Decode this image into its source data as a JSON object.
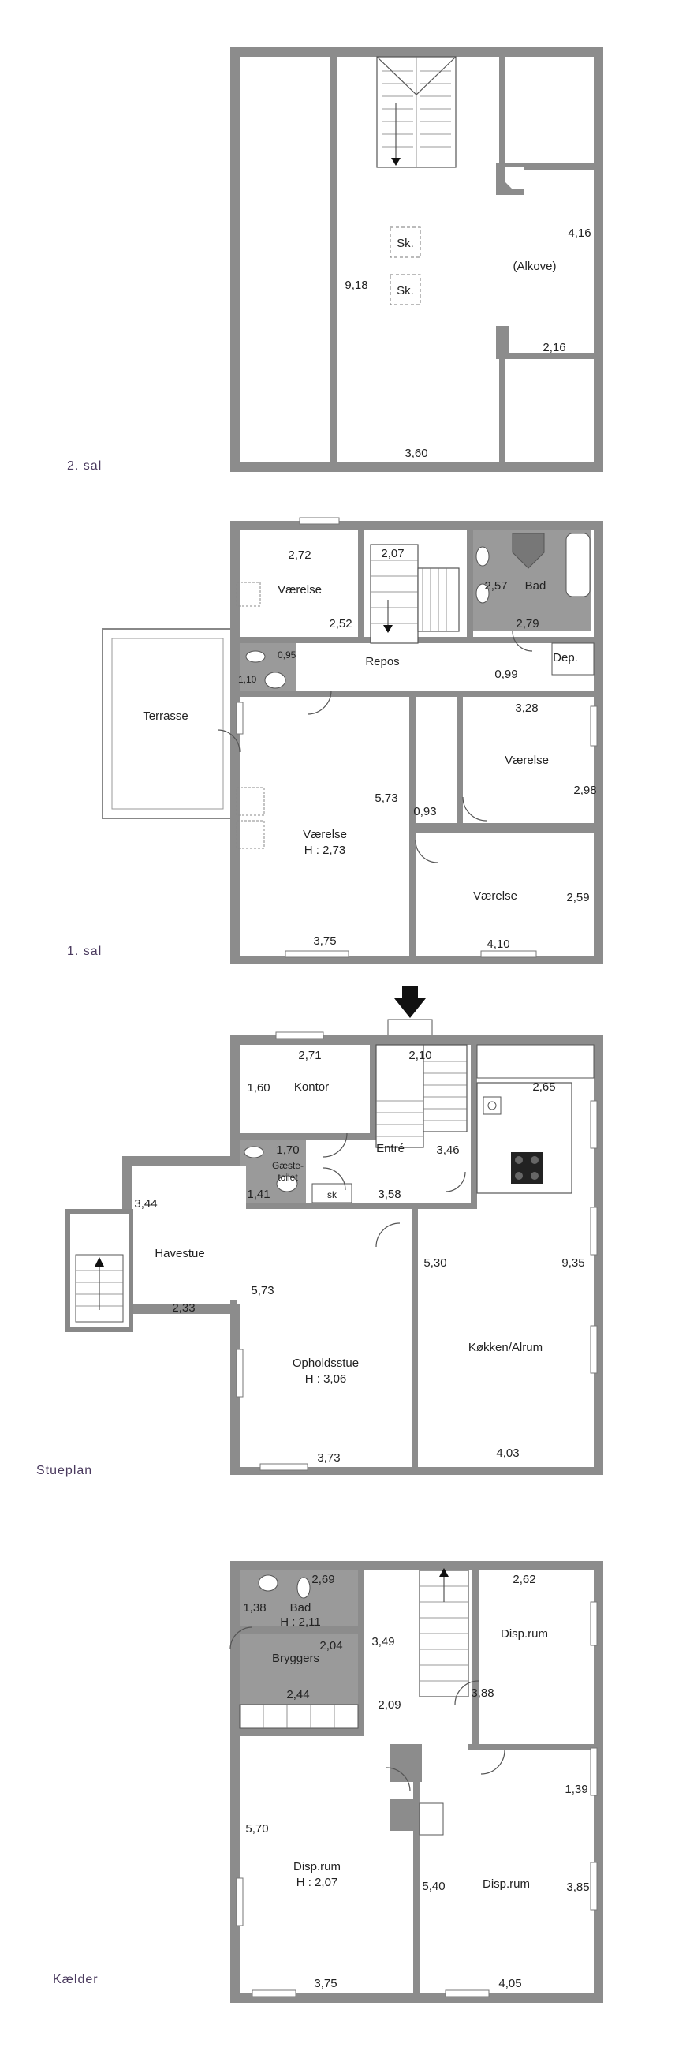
{
  "floors": [
    {
      "name": "2. sal",
      "labels": [
        "Sk.",
        "Sk.",
        "(Alkove)"
      ],
      "dims": [
        "9,18",
        "4,16",
        "2,16",
        "3,60"
      ]
    },
    {
      "name": "1. sal",
      "labels": [
        "Værelse",
        "Bad",
        "Repos",
        "Dep.",
        "Terrasse",
        "Værelse",
        "Værelse",
        "H : 2,73",
        "Værelse"
      ],
      "dims": [
        "2,72",
        "2,07",
        "2,52",
        "2,57",
        "2,79",
        "0,95",
        "1,10",
        "0,99",
        "3,28",
        "2,98",
        "5,73",
        "0,93",
        "2,59",
        "3,75",
        "4,10"
      ]
    },
    {
      "name": "Stueplan",
      "labels": [
        "Kontor",
        "Entré",
        "Gæste-",
        "toilet",
        "sk",
        "Havestue",
        "Opholdsstue",
        "H : 3,06",
        "Køkken/Alrum"
      ],
      "dims": [
        "2,71",
        "2,10",
        "2,65",
        "1,60",
        "1,70",
        "3,46",
        "1,41",
        "3,58",
        "3,44",
        "5,30",
        "9,35",
        "5,73",
        "2,33",
        "3,73",
        "4,03"
      ]
    },
    {
      "name": "Kælder",
      "labels": [
        "Bad",
        "H : 2,11",
        "Bryggers",
        "Disp.rum",
        "Disp.rum",
        "H : 2,07",
        "Disp.rum"
      ],
      "dims": [
        "2,69",
        "1,38",
        "2,04",
        "2,44",
        "3,49",
        "2,62",
        "3,88",
        "2,09",
        "1,39",
        "5,70",
        "5,40",
        "3,85",
        "3,75",
        "4,05"
      ]
    }
  ]
}
